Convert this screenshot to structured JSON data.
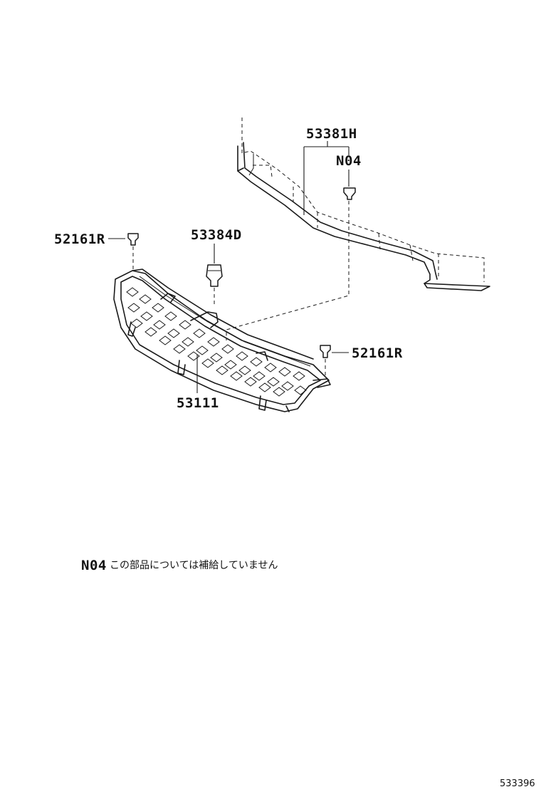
{
  "labels": {
    "p53381H": "53381H",
    "n04": "N04",
    "p52161R_left": "52161R",
    "p53384D": "53384D",
    "p52161R_right": "52161R",
    "p53111": "53111"
  },
  "note": {
    "code": "N04",
    "text": "この部品については補給していません"
  },
  "diagram_id": "533396"
}
